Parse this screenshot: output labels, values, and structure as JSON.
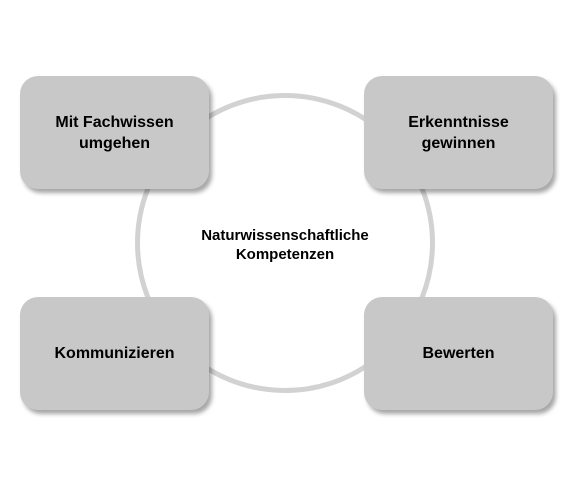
{
  "center": {
    "label": "Naturwissenschaftliche\nKompetenzen"
  },
  "nodes": {
    "top_left": "Mit Fachwissen\numgehen",
    "top_right": "Erkenntnisse\ngewinnen",
    "bottom_left": "Kommunizieren",
    "bottom_right": "Bewerten"
  },
  "colors": {
    "node_fill": "#c8c8c8",
    "ring": "#d2d2d2",
    "text": "#000000",
    "background": "#ffffff"
  }
}
